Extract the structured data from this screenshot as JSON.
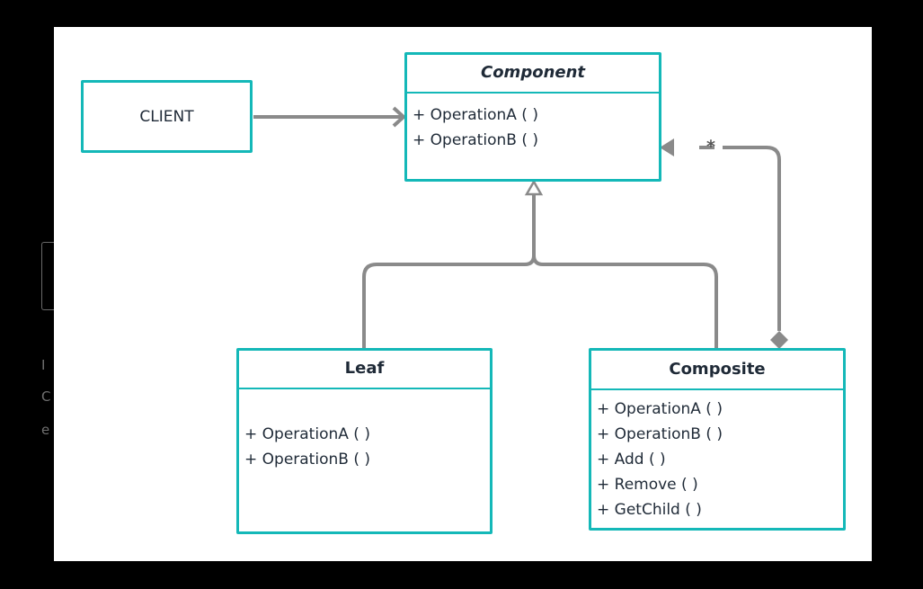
{
  "colors": {
    "box_border": "#14b8b8",
    "connector": "#8a8a8a",
    "text": "#1f2a37",
    "background": "#ffffff",
    "frame": "#000000"
  },
  "ghost_text": [
    "I",
    "C",
    "e"
  ],
  "client": {
    "label": "CLIENT"
  },
  "component": {
    "name": "Component",
    "members": [
      "+ OperationA ( )",
      "+ OperationB ( )"
    ]
  },
  "leaf": {
    "name": "Leaf",
    "members": [
      "+ OperationA ( )",
      "+ OperationB ( )"
    ]
  },
  "composite": {
    "name": "Composite",
    "members": [
      "+ OperationA ( )",
      "+ OperationB ( )",
      "+ Add ( )",
      "+ Remove ( )",
      "+ GetChild ( )"
    ]
  },
  "relations": {
    "aggregation_multiplicity": "*"
  }
}
